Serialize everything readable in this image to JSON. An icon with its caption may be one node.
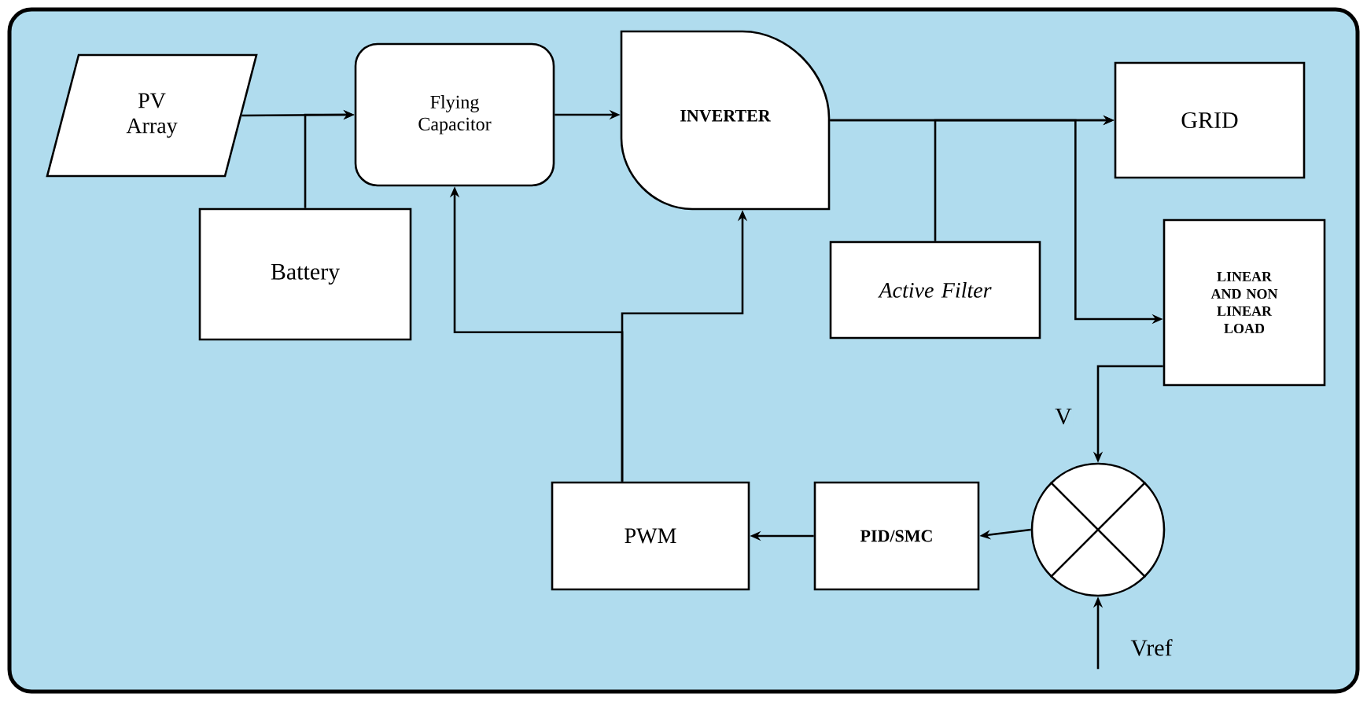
{
  "diagram": {
    "nodes": [
      {
        "text": [
          "PV Array"
        ]
      },
      {
        "text": [
          "Flying Capacitor"
        ]
      },
      {
        "text": [
          "INVERTER"
        ]
      },
      {
        "text": [
          "GRID"
        ]
      },
      {
        "text": [
          "Battery"
        ]
      },
      {
        "text": [
          "Active Filter"
        ]
      },
      {
        "text": [
          "LINEAR AND NON LINEAR LOAD"
        ]
      },
      {
        "text": [],
        "shape": "circle"
      },
      {
        "text": [
          "PID/SMC"
        ]
      },
      {
        "text": [
          "PWM"
        ]
      }
    ],
    "edges": [
      {
        "from": 0,
        "to": 1,
        "arrow": "to"
      },
      {
        "from": 4,
        "to": 1,
        "arrow": "to"
      },
      {
        "from": 1,
        "to": 2,
        "arrow": "to"
      },
      {
        "from": 2,
        "to": 3,
        "arrow": "to"
      },
      {
        "from": 5,
        "to": 3,
        "arrow": "to"
      },
      {
        "from": 2,
        "to": 6,
        "arrow": "to"
      },
      {
        "from": 6,
        "to": 7,
        "arrow": "to",
        "label": "V"
      },
      {
        "from": null,
        "to": 7,
        "arrow": "to",
        "label": "Vref"
      },
      {
        "from": 7,
        "to": 8,
        "arrow": "to"
      },
      {
        "from": 8,
        "to": 9,
        "arrow": "to"
      },
      {
        "from": 9,
        "to": 1,
        "arrow": "to"
      },
      {
        "from": 9,
        "to": 2,
        "arrow": "to"
      }
    ]
  }
}
